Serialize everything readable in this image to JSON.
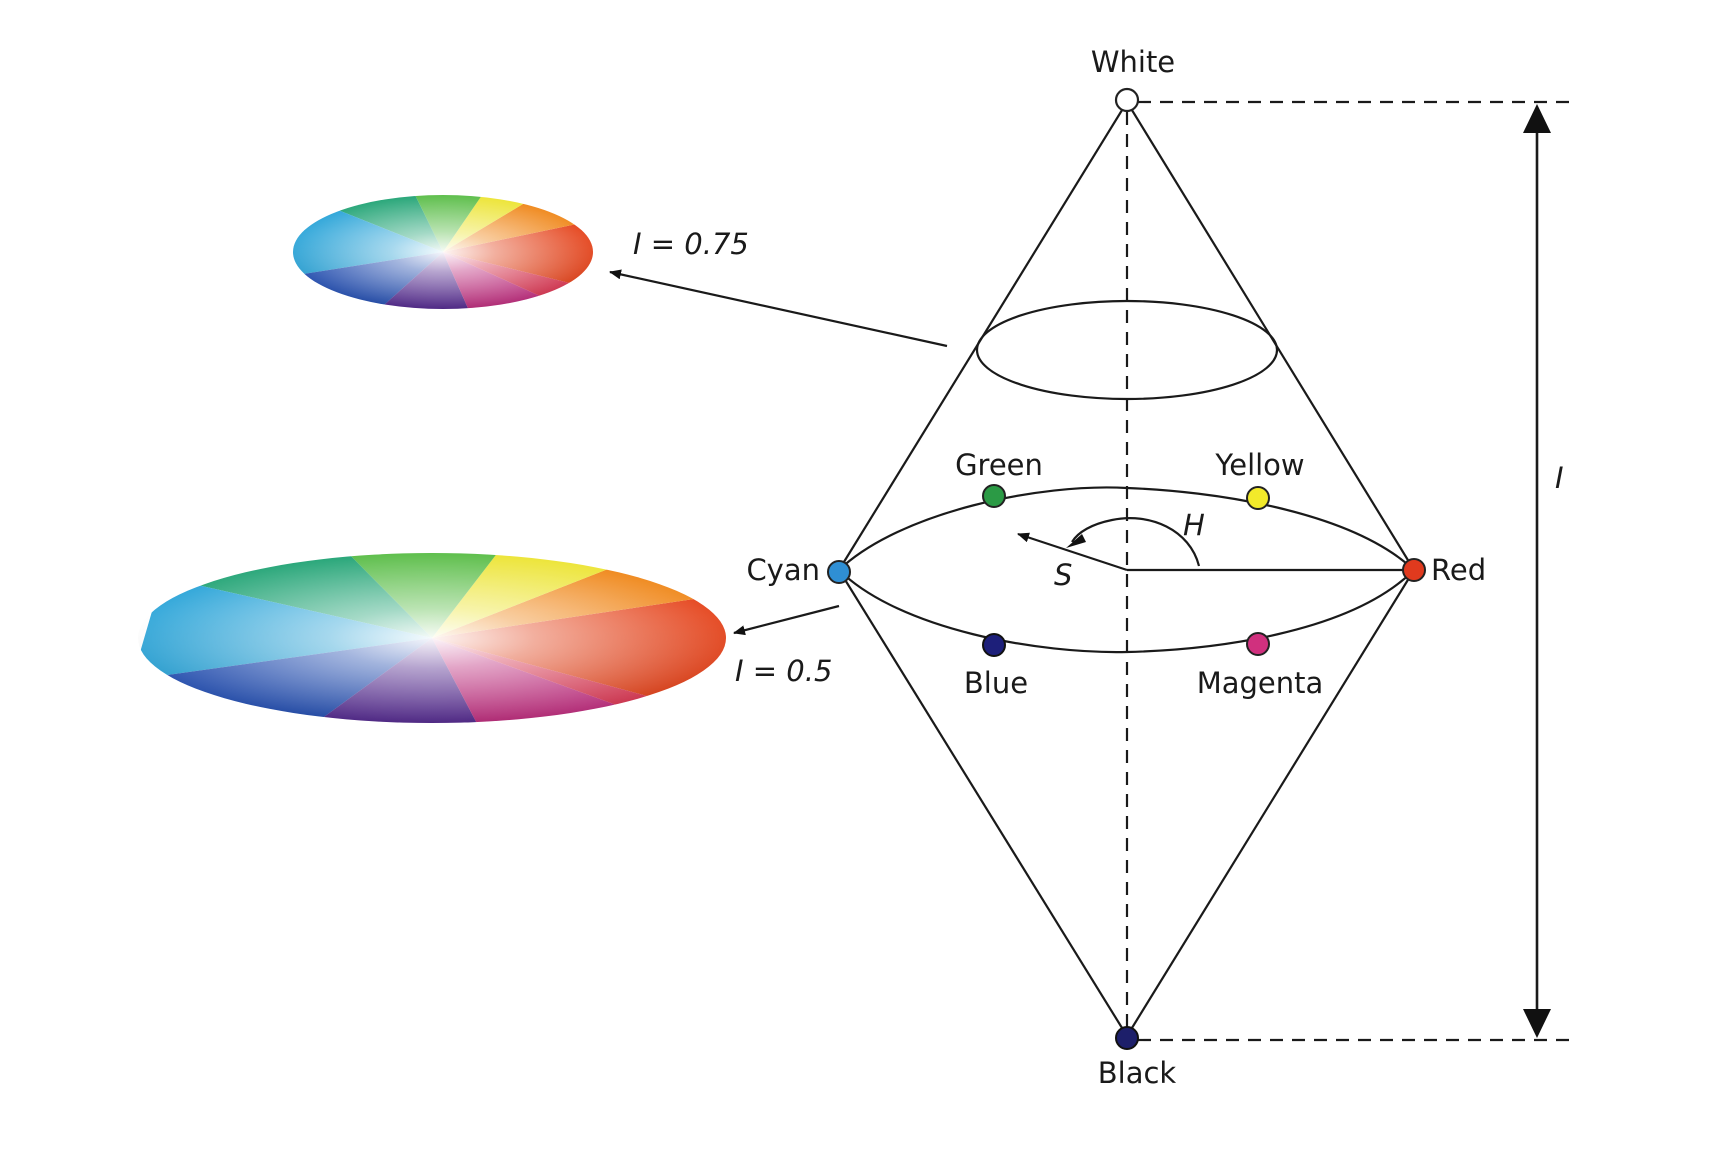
{
  "labels": {
    "white": "White",
    "black": "Black",
    "red": "Red",
    "yellow": "Yellow",
    "green": "Green",
    "cyan": "Cyan",
    "blue": "Blue",
    "magenta": "Magenta",
    "hue": "H",
    "saturation": "S",
    "intensity": "I",
    "intensity_075": "I = 0.75",
    "intensity_05": "I = 0.5"
  },
  "colors": {
    "red": "#e03a1e",
    "yellow": "#f2ea2a",
    "green": "#2b9a45",
    "cyan": "#2f8fd4",
    "blue": "#1d1f7a",
    "magenta": "#d0307e",
    "white": "#ffffff",
    "black": "#1d1f6a"
  }
}
